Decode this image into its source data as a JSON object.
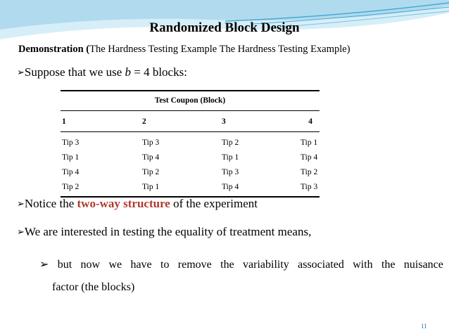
{
  "title": "Randomized Block Design",
  "subtitle": {
    "label": "Demonstration (",
    "text": "The Hardness Testing Example The Hardness Testing Example)"
  },
  "bullets": {
    "b1_pre": "Suppose that we use ",
    "b1_var": "b",
    "b1_post": " = 4 blocks:",
    "b2_pre": "Notice the ",
    "b2_hl": "two-way structure",
    "b2_post": " of the experiment",
    "b3": "We are interested in testing the equality of treatment means,"
  },
  "sub_bullet": {
    "words": [
      "but",
      "now",
      "we",
      "have",
      "to",
      "remove",
      "the",
      "variability",
      "associated",
      "with",
      "the",
      "nuisance"
    ],
    "line2": "factor (the blocks)"
  },
  "table": {
    "header": "Test Coupon (Block)",
    "columns": [
      "1",
      "2",
      "3",
      "4"
    ],
    "rows": [
      [
        "Tip 3",
        "Tip 3",
        "Tip 2",
        "Tip 1"
      ],
      [
        "Tip 1",
        "Tip 4",
        "Tip 1",
        "Tip 4"
      ],
      [
        "Tip 4",
        "Tip 2",
        "Tip 3",
        "Tip 2"
      ],
      [
        "Tip 2",
        "Tip 1",
        "Tip 4",
        "Tip 3"
      ]
    ]
  },
  "page_number": "11",
  "colors": {
    "highlight": "#b03a2e",
    "header_wave_light": "#d6eef8",
    "header_wave_mid": "#9fd3ea",
    "header_wave_dark": "#4aa8d4",
    "page_number": "#2e6fa7"
  },
  "icons": {
    "bullet": "arrowhead-bullet-icon",
    "header": "wave-decoration"
  }
}
